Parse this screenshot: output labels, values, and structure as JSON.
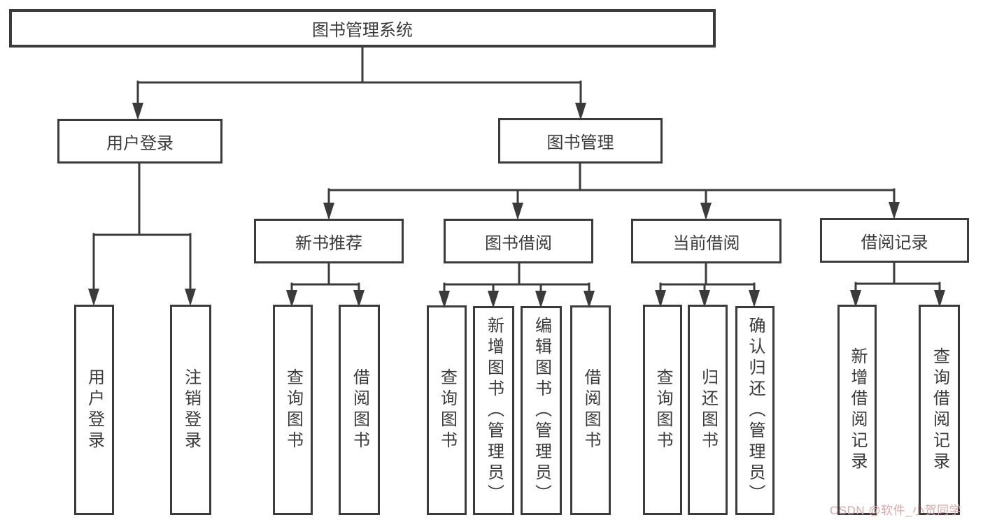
{
  "tree": {
    "label": "图书管理系统",
    "children": [
      {
        "label": "用户登录",
        "children": [
          {
            "label": "用户登录"
          },
          {
            "label": "注销登录"
          }
        ]
      },
      {
        "label": "图书管理",
        "children": [
          {
            "label": "新书推荐",
            "children": [
              {
                "label": "查询图书"
              },
              {
                "label": "借阅图书"
              }
            ]
          },
          {
            "label": "图书借阅",
            "children": [
              {
                "label": "查询图书"
              },
              {
                "label": "新增图书（管理员）"
              },
              {
                "label": "编辑图书（管理员）"
              },
              {
                "label": "借阅图书"
              }
            ]
          },
          {
            "label": "当前借阅",
            "children": [
              {
                "label": "查询图书"
              },
              {
                "label": "归还图书"
              },
              {
                "label": "确认归还（管理员）"
              }
            ]
          },
          {
            "label": "借阅记录",
            "children": [
              {
                "label": "新增借阅记录"
              },
              {
                "label": "查询借阅记录"
              }
            ]
          }
        ]
      }
    ]
  },
  "watermark": "CSDN @软件_小贺同学",
  "colors": {
    "line": "#3b3b3b",
    "text": "#3a3a3a",
    "box_background": "#ffffff",
    "watermark": "#d9a8a8"
  }
}
